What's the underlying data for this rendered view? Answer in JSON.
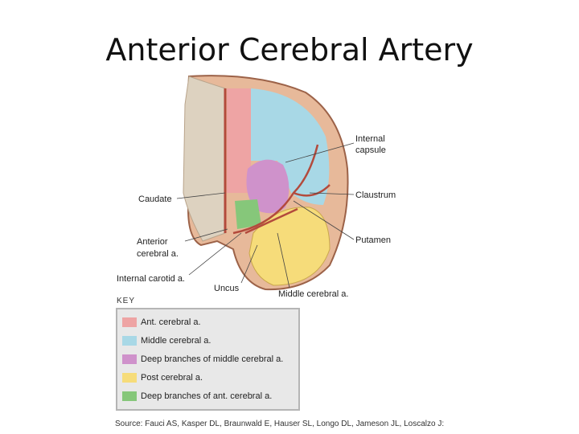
{
  "title": "Anterior Cerebral Artery",
  "labels": {
    "internal_capsule_1": "Internal",
    "internal_capsule_2": "capsule",
    "claustrum": "Claustrum",
    "caudate": "Caudate",
    "anterior_cerebral_1": "Anterior",
    "anterior_cerebral_2": "cerebral a.",
    "putamen": "Putamen",
    "internal_carotid": "Internal carotid a.",
    "uncus": "Uncus",
    "middle_cerebral": "Middle cerebral a."
  },
  "key": {
    "title": "KEY",
    "items": [
      {
        "label": "Ant. cerebral a.",
        "color": "#eea4a4"
      },
      {
        "label": "Middle cerebral a.",
        "color": "#a8d8e6"
      },
      {
        "label": "Deep branches of middle cerebral a.",
        "color": "#cf92cb"
      },
      {
        "label": "Post cerebral a.",
        "color": "#f6dc7a"
      },
      {
        "label": "Deep branches of ant. cerebral a.",
        "color": "#86c77a"
      }
    ]
  },
  "source": "Source: Fauci AS, Kasper DL, Braunwald E, Hauser SL, Longo DL, Jameson JL, Loscalzo J:"
}
